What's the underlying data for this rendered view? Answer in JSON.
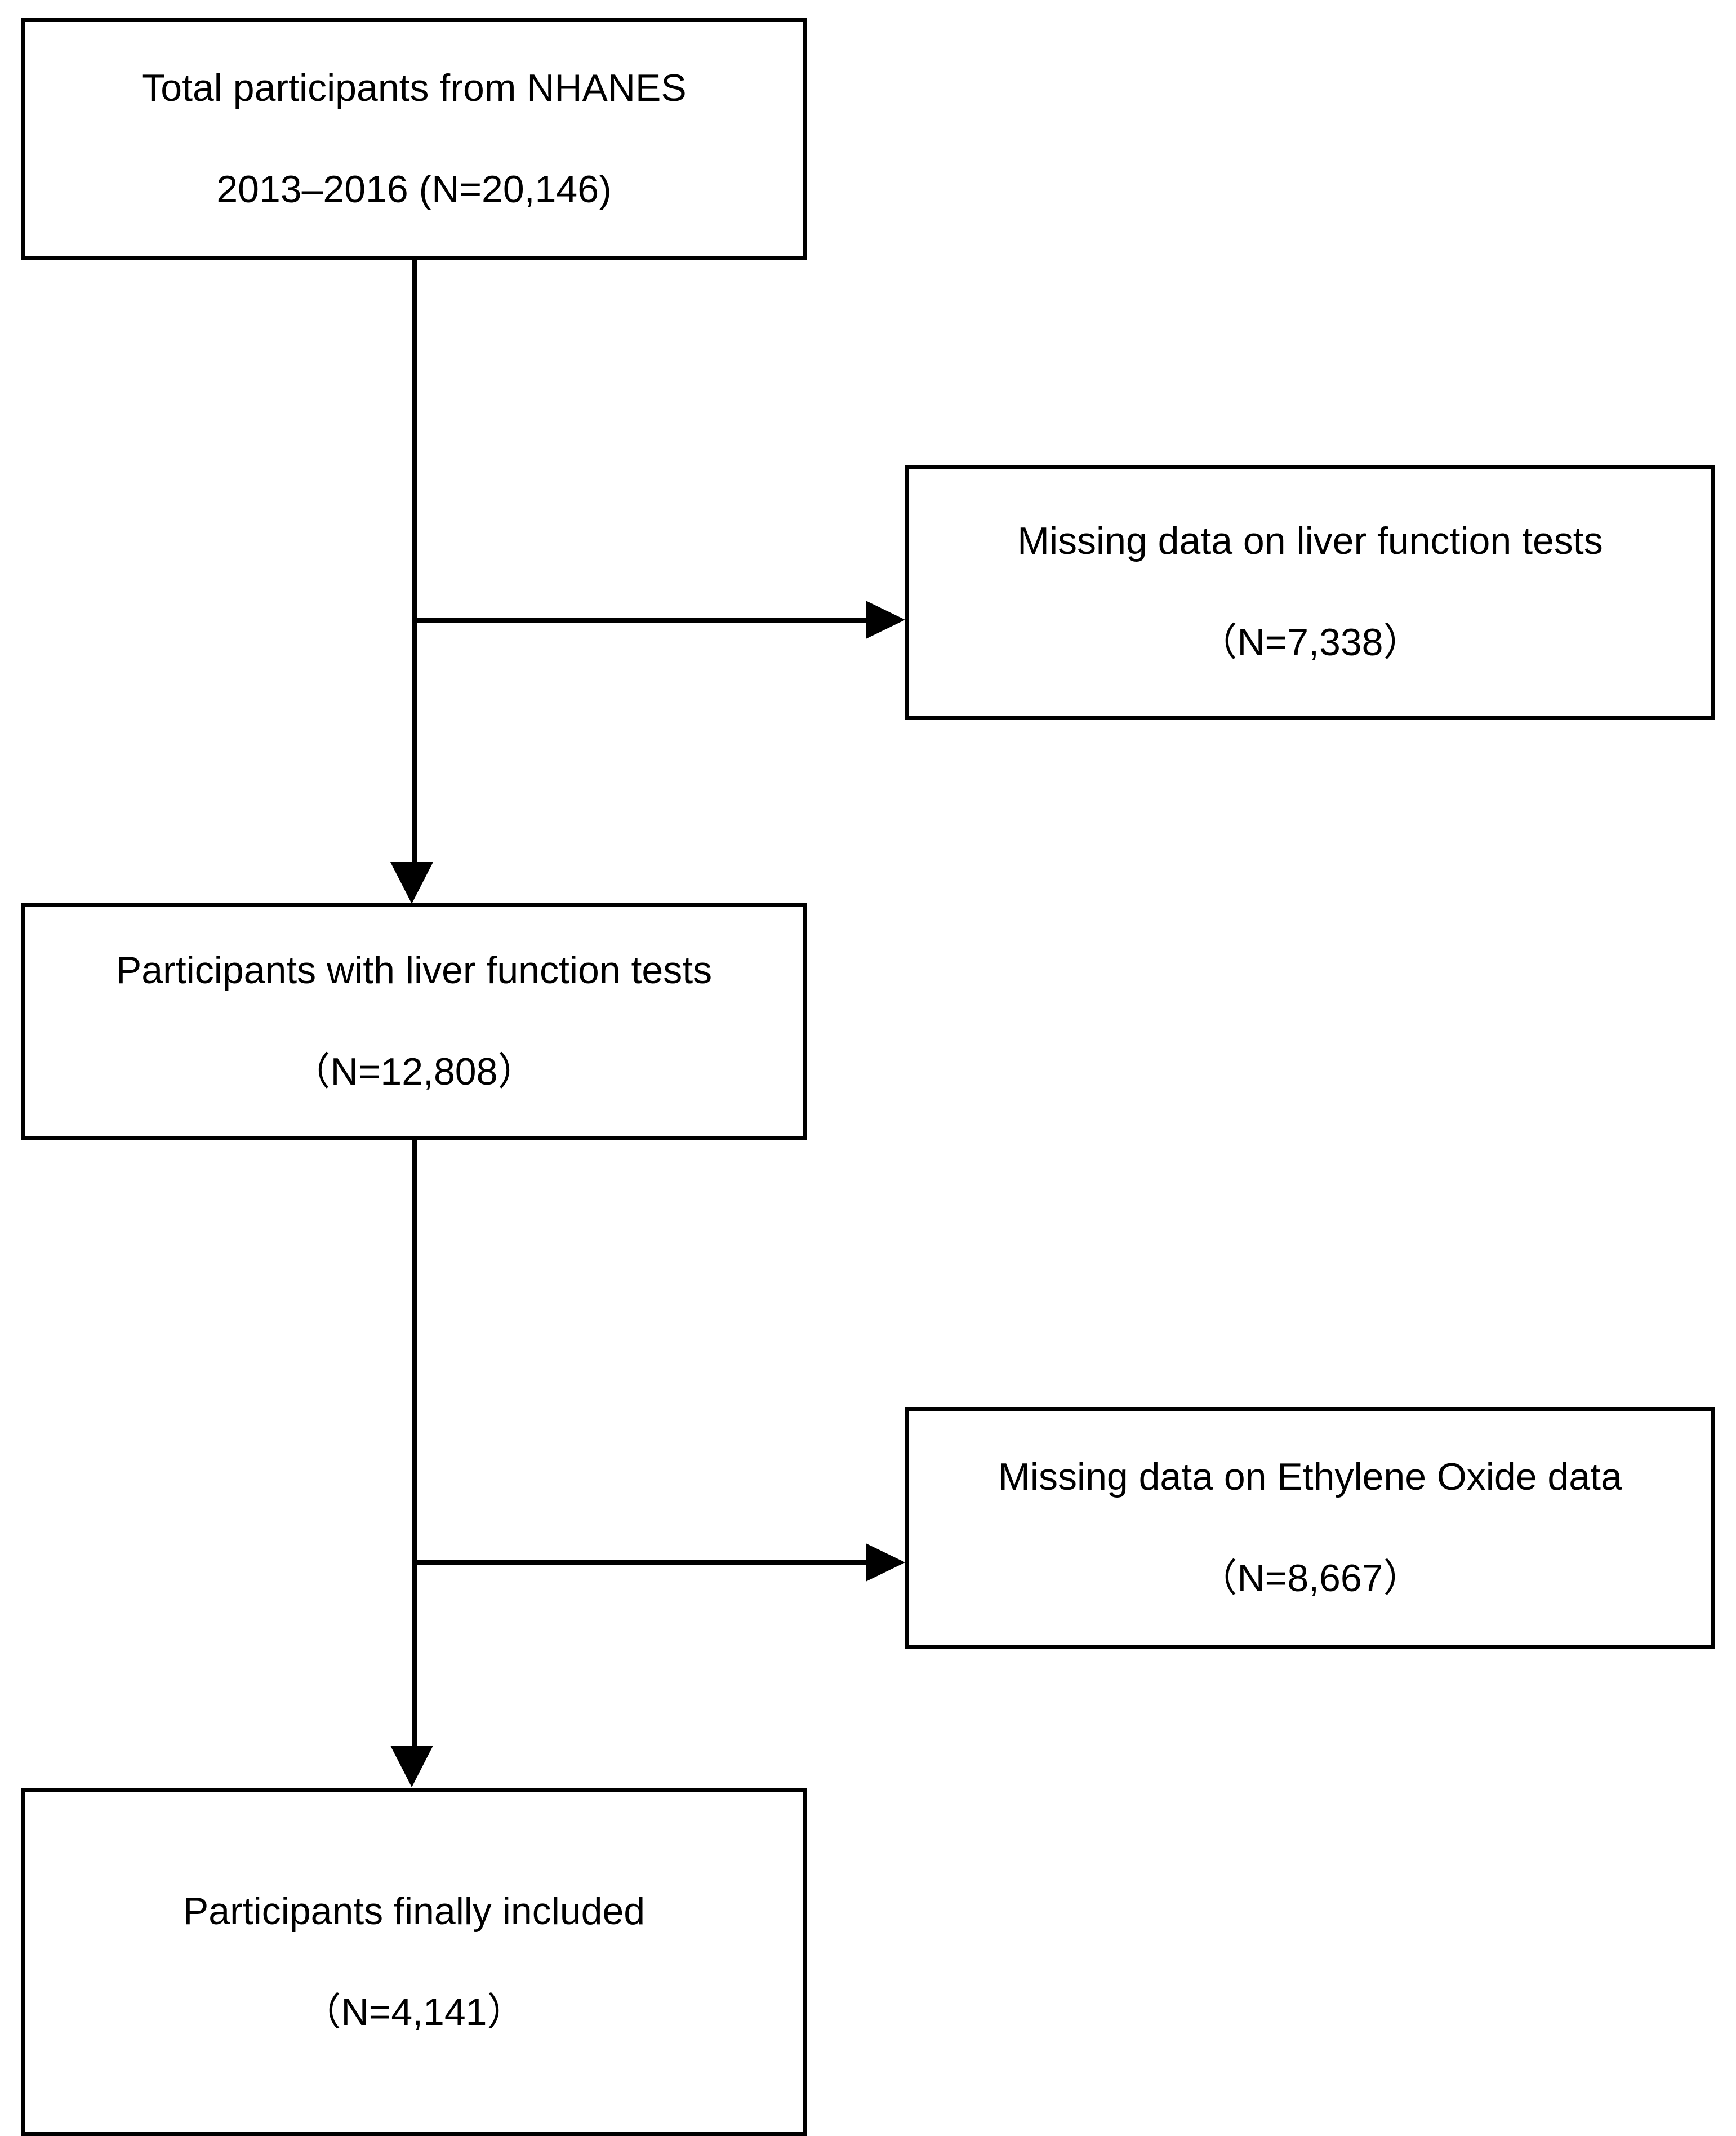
{
  "figure": {
    "type": "participant-selection-flowchart",
    "orientation": "top-to-bottom",
    "background_color": "#ffffff",
    "line_color": "#000000"
  },
  "nodes": {
    "total_participants": {
      "line1": "Total participants from NHANES",
      "line2": "2013–2016 (N=20,146)",
      "n": "20,146"
    },
    "missing_liver_function": {
      "line1": "Missing data on liver function tests",
      "line2": "（N=7,338）",
      "n": "7,338"
    },
    "participants_with_liver_function": {
      "line1": "Participants with liver function tests",
      "line2": "（N=12,808）",
      "n": "12,808"
    },
    "missing_ethylene_oxide": {
      "line1": "Missing data on Ethylene Oxide data",
      "line2": "（N=8,667）",
      "n": "8,667"
    },
    "participants_final": {
      "line1": "Participants finally included",
      "line2": "（N=4,141）",
      "n": "4,141"
    }
  },
  "connectors": {
    "trunk_1": {
      "from": "total_participants",
      "to": "participants_with_liver_function",
      "arrow": "down"
    },
    "branch_1": {
      "from": "trunk_1",
      "to": "missing_liver_function",
      "arrow": "right"
    },
    "trunk_2": {
      "from": "participants_with_liver_function",
      "to": "participants_final",
      "arrow": "down"
    },
    "branch_2": {
      "from": "trunk_2",
      "to": "missing_ethylene_oxide",
      "arrow": "right"
    }
  }
}
